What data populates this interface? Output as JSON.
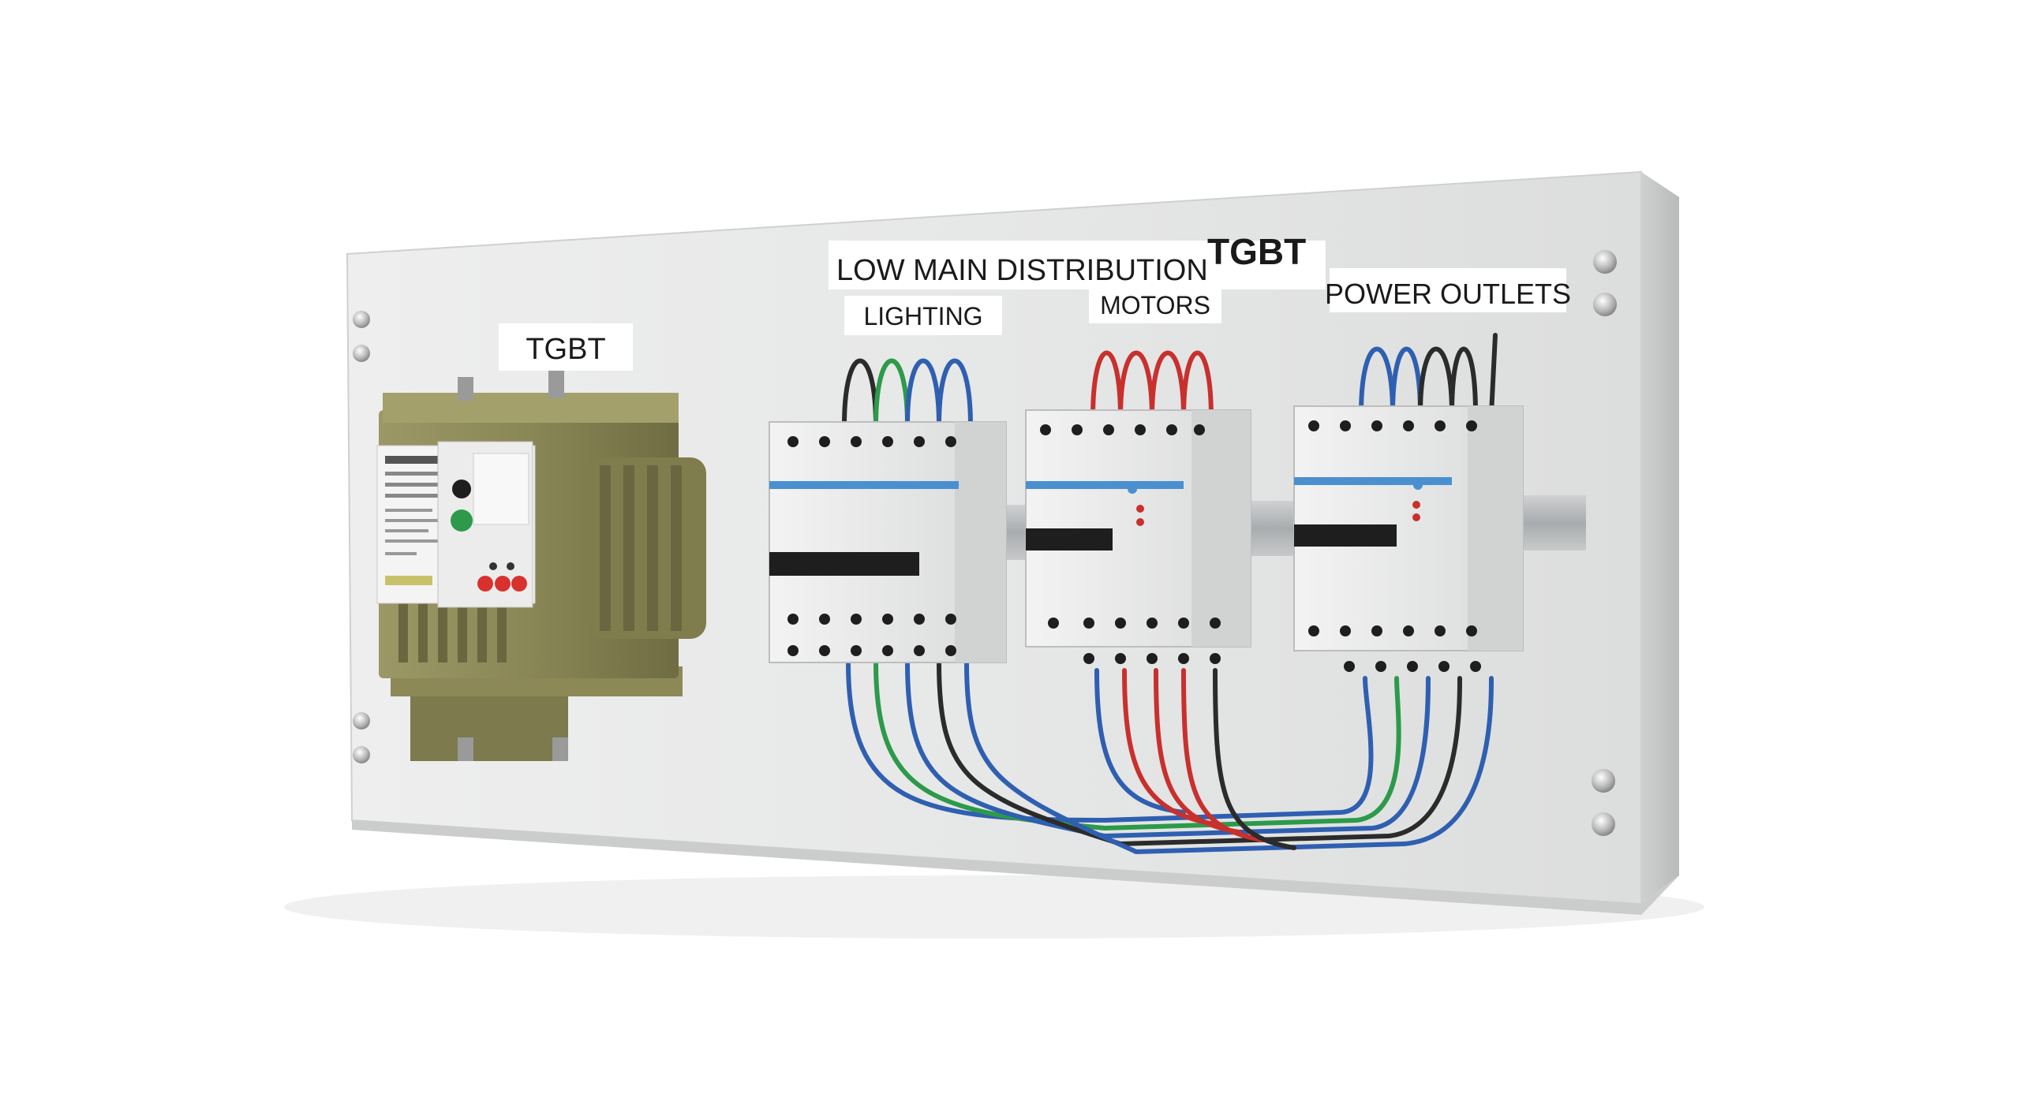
{
  "labels": {
    "main_title_part1": "LOW MAIN DISTRIBUTION",
    "main_title_part2": "TGBT",
    "tgbt": "TGBT",
    "lighting": "LIGHTING",
    "motors": "MOTORS",
    "power_outlets": "POWER OUTLETS"
  },
  "colors": {
    "panel": "#e9eaea",
    "transformer": "#8e8b5a",
    "wire_blue": "#2f5fb0",
    "wire_green": "#2c9a4a",
    "wire_red": "#c8302e",
    "wire_black": "#2b2b2b",
    "breaker": "#e8e8e8",
    "din_rail": "#b9bcbe"
  }
}
